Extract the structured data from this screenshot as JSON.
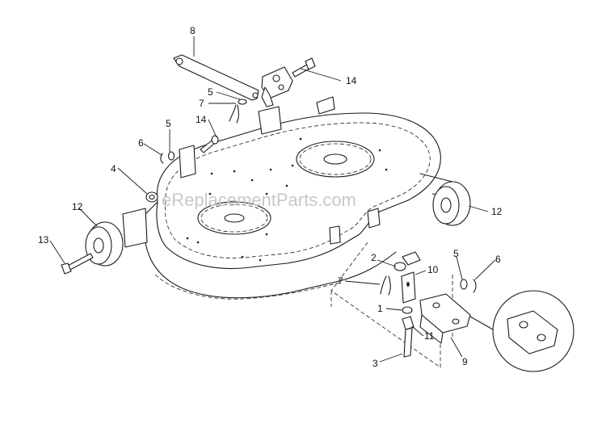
{
  "watermark": "eReplacementParts.com",
  "callouts": [
    {
      "id": "c8",
      "label": "8"
    },
    {
      "id": "c14a",
      "label": "14"
    },
    {
      "id": "c5a",
      "label": "5"
    },
    {
      "id": "c7a",
      "label": "7"
    },
    {
      "id": "c14b",
      "label": "14"
    },
    {
      "id": "c5b",
      "label": "5"
    },
    {
      "id": "c6a",
      "label": "6"
    },
    {
      "id": "c4",
      "label": "4"
    },
    {
      "id": "c12a",
      "label": "12"
    },
    {
      "id": "c13",
      "label": "13"
    },
    {
      "id": "c12b",
      "label": "12"
    },
    {
      "id": "c2",
      "label": "2"
    },
    {
      "id": "c10",
      "label": "10"
    },
    {
      "id": "c5c",
      "label": "5"
    },
    {
      "id": "c6b",
      "label": "6"
    },
    {
      "id": "c7b",
      "label": "7"
    },
    {
      "id": "c1",
      "label": "1"
    },
    {
      "id": "c11",
      "label": "11"
    },
    {
      "id": "c9",
      "label": "9"
    },
    {
      "id": "c3",
      "label": "3"
    }
  ]
}
